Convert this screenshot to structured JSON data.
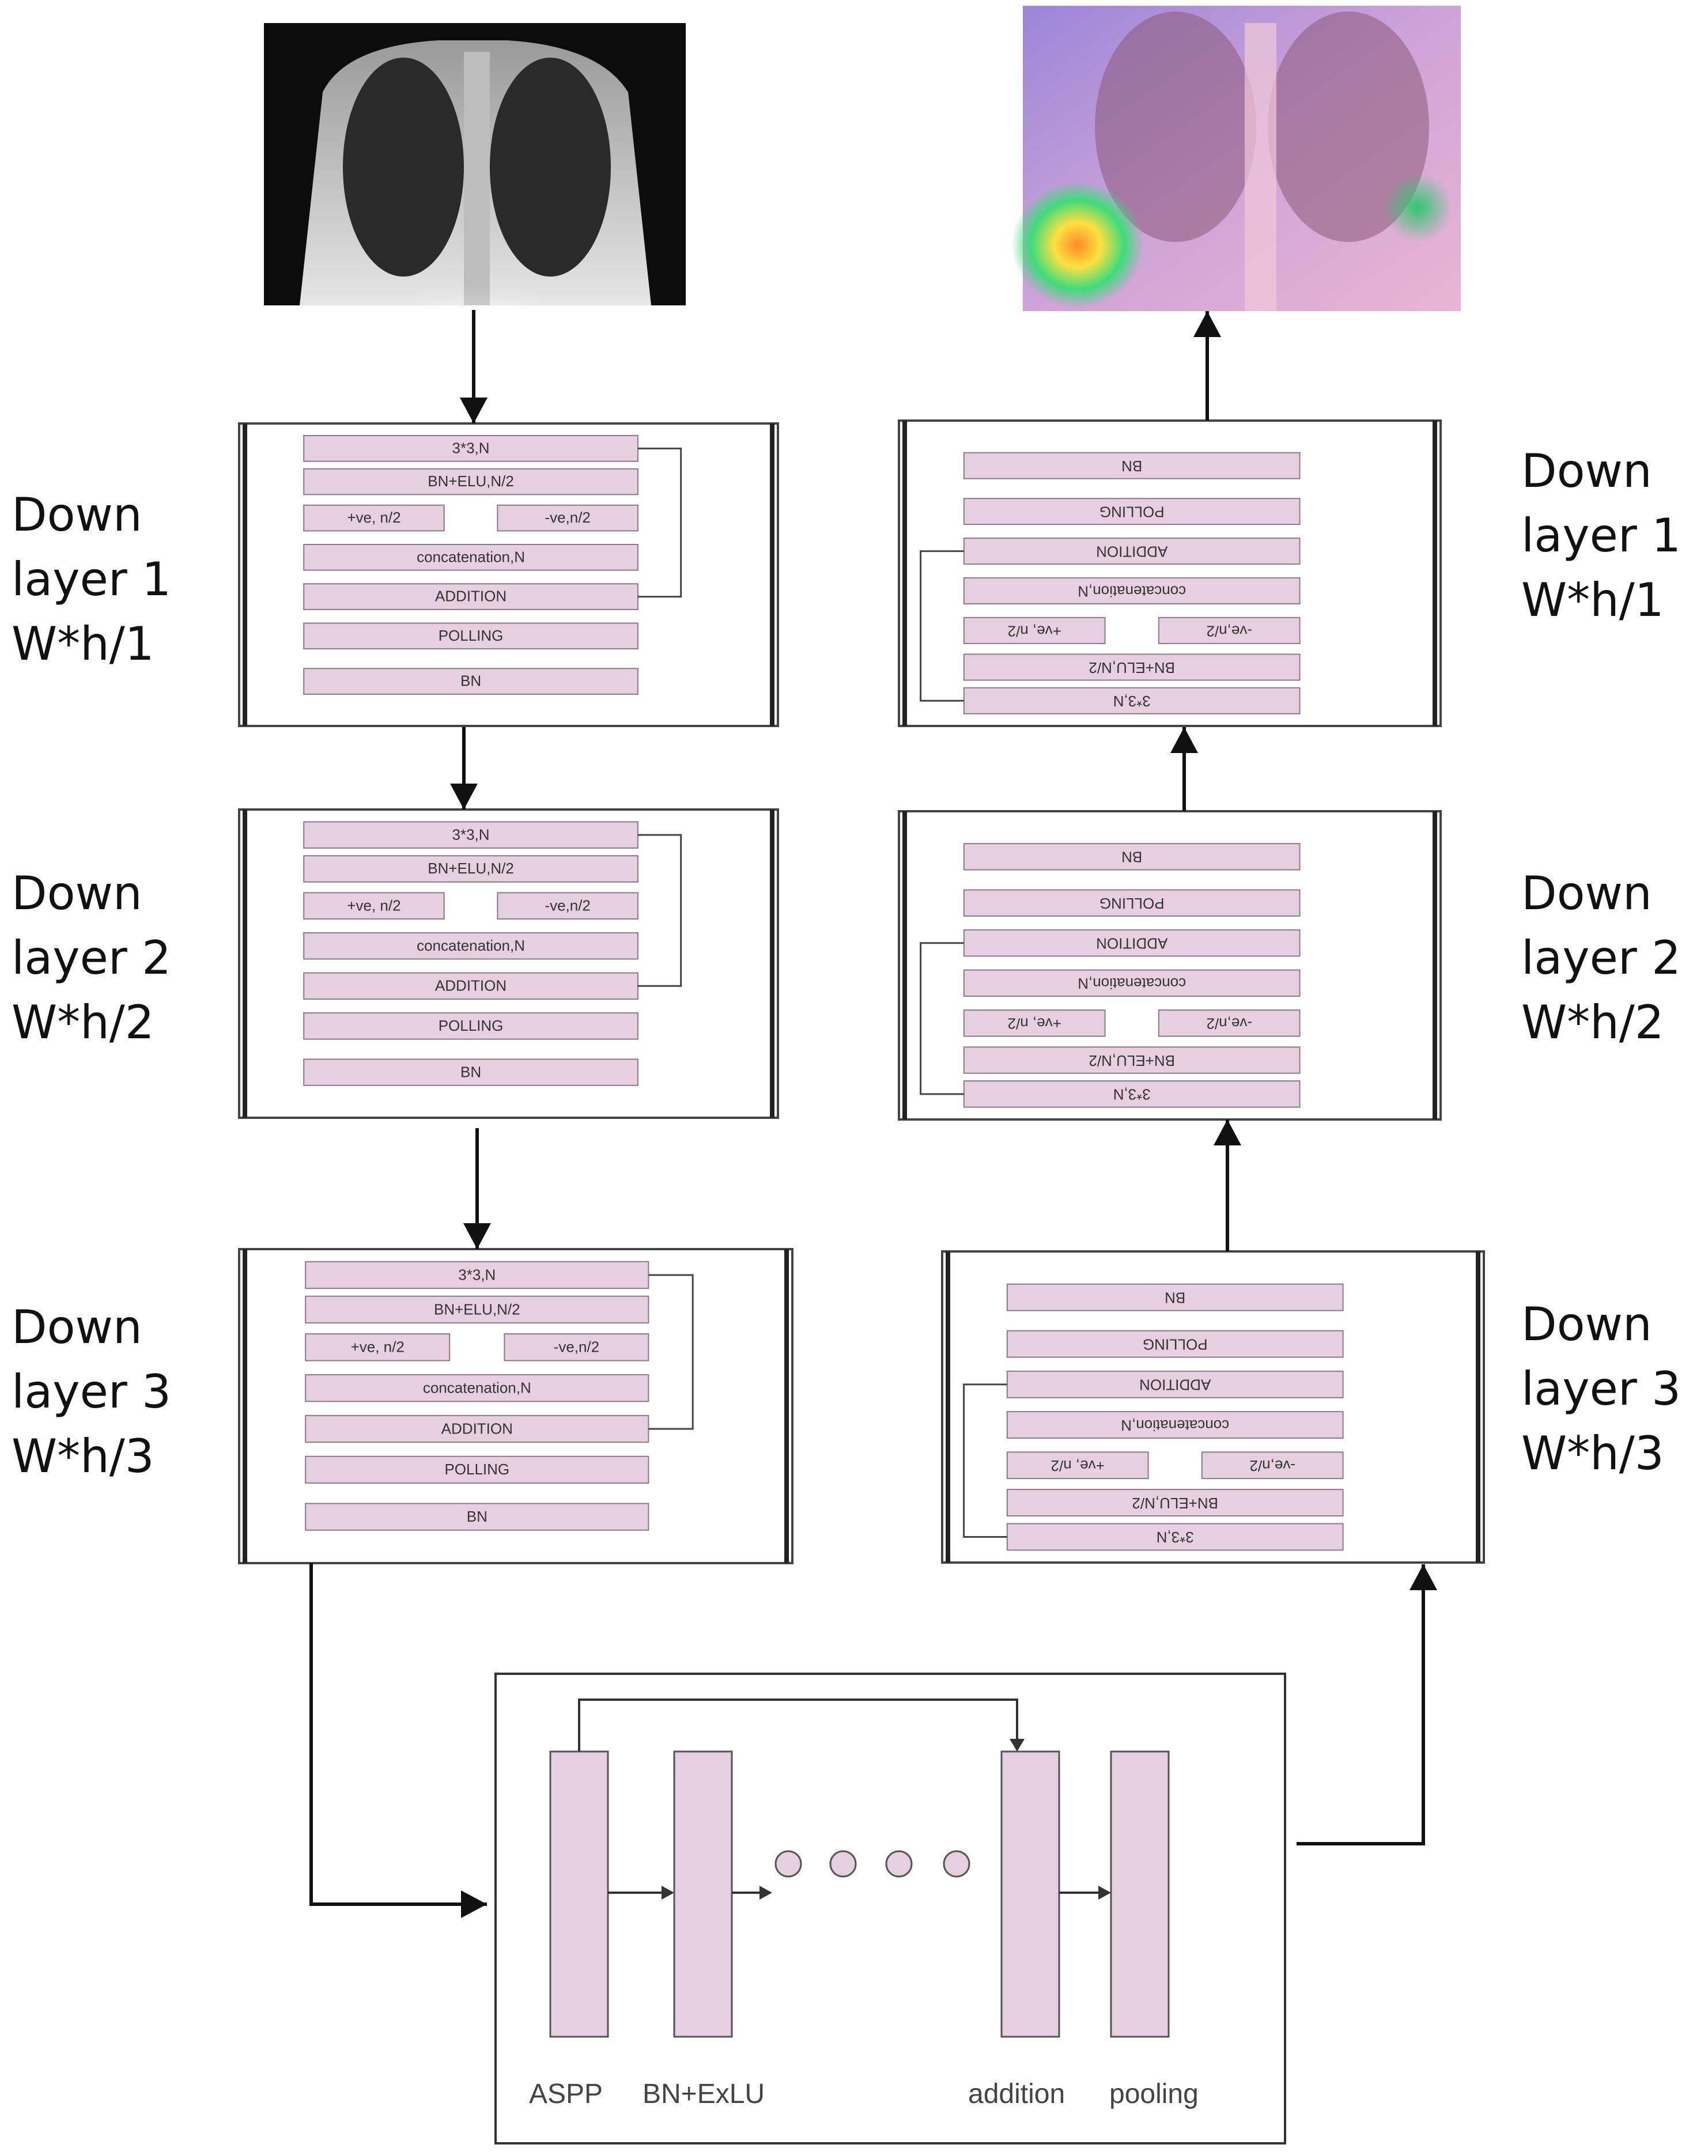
{
  "colors": {
    "block_fill": "#e6cfe0",
    "block_stroke": "#8a7a86",
    "arrow": "#111111",
    "frame": "#333333"
  },
  "images": {
    "input": "chest-xray",
    "output": "grad-cam-heatmap-overlay"
  },
  "left_labels": [
    {
      "name": "Down",
      "layer": "layer 1",
      "size": "W*h/1"
    },
    {
      "name": "Down",
      "layer": "layer 2",
      "size": "W*h/2"
    },
    {
      "name": "Down",
      "layer": "layer 3",
      "size": "W*h/3"
    }
  ],
  "right_labels": [
    {
      "name": "Down",
      "layer": "layer 1",
      "size": "W*h/1"
    },
    {
      "name": "Down",
      "layer": "layer 2",
      "size": "W*h/2"
    },
    {
      "name": "Down",
      "layer": "layer 3",
      "size": "W*h/3"
    }
  ],
  "block_rows": [
    "3*3,N",
    "BN+ELU,N/2",
    "+ve, n/2",
    "-ve,n/2",
    "concatenation,N",
    "ADDITION",
    "POLLING",
    "BN"
  ],
  "bottleneck": {
    "labels": [
      "ASPP",
      "BN+ExLU",
      "addition",
      "pooling"
    ],
    "dots": 4
  }
}
